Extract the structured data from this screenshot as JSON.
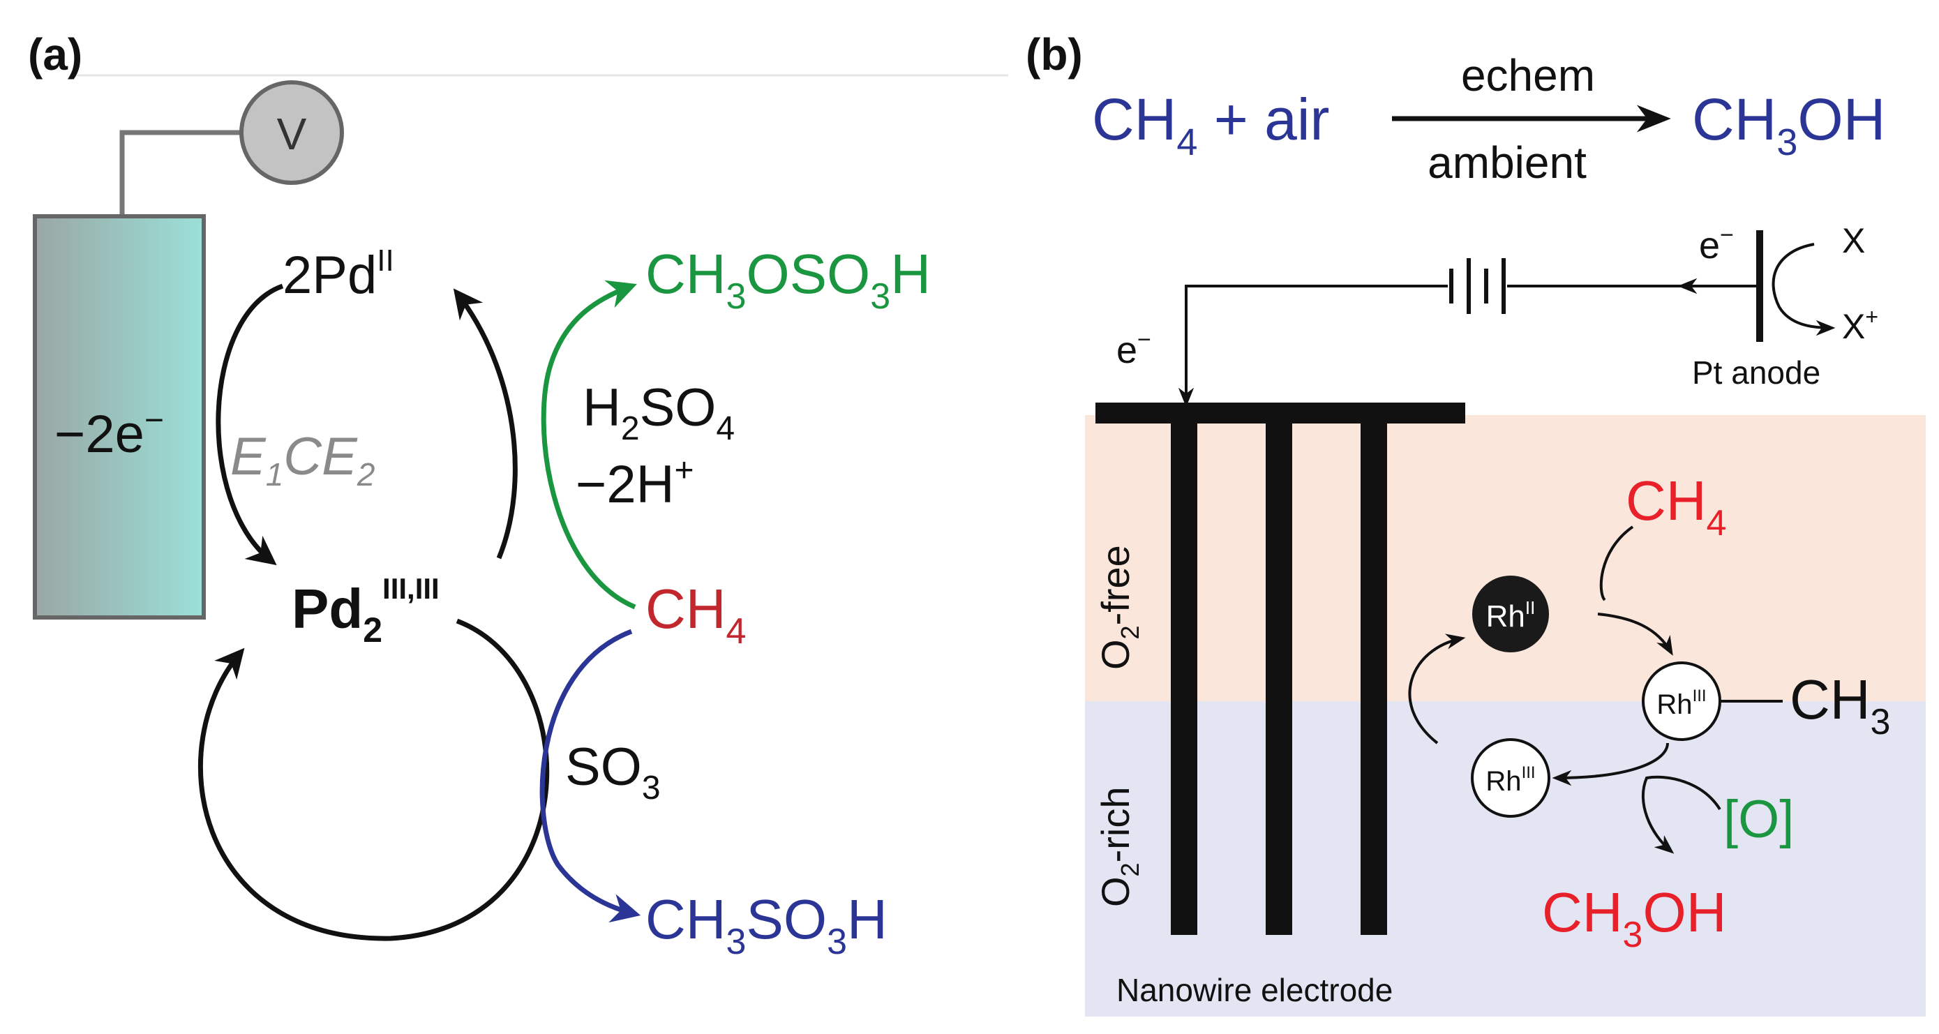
{
  "panel_a": {
    "label": "(a)",
    "voltmeter": "V",
    "electrode": {
      "main": "−2e",
      "sup": "−"
    },
    "mechanism": {
      "E": "E",
      "sub1": "1",
      "C": "CE",
      "sub2": "2"
    },
    "pd_top": {
      "main": "2Pd",
      "sup": "II"
    },
    "pd_center": {
      "main": "Pd",
      "sub": "2",
      "sup": "III,III"
    },
    "product_green": {
      "p1": "CH",
      "s1": "3",
      "p2": "OSO",
      "s2": "3",
      "p3": "H"
    },
    "reagent_green": {
      "p1": "H",
      "s1": "2",
      "p2": "SO",
      "s2": "4"
    },
    "loss": {
      "main": "−2H",
      "sup": "+"
    },
    "methane": {
      "main": "CH",
      "sub": "4"
    },
    "reagent_blue": {
      "main": "SO",
      "sub": "3"
    },
    "product_blue": {
      "p1": "CH",
      "s1": "3",
      "p2": "SO",
      "s2": "3",
      "p3": "H"
    },
    "colors": {
      "green": "#1a9640",
      "blue": "#2b3595",
      "red": "#c1272d",
      "grey": "#8a8a8a",
      "electrode": "#7fbfb8"
    }
  },
  "panel_b": {
    "label": "(b)",
    "reaction": {
      "reactant": {
        "p1": "CH",
        "s1": "4",
        "p2": " + air"
      },
      "above_arrow": "echem",
      "below_arrow": "ambient",
      "product": {
        "p1": "CH",
        "s1": "3",
        "p2": "OH"
      }
    },
    "circuit": {
      "electron_left": {
        "main": "e",
        "sup": "−"
      },
      "electron_right": {
        "main": "e",
        "sup": "−"
      },
      "x": "X",
      "x_plus": {
        "main": "X",
        "sup": "+"
      },
      "anode": "Pt anode"
    },
    "zones": {
      "o2_free": {
        "main": "O",
        "sub": "2",
        "rest": "-free"
      },
      "o2_rich": {
        "main": "O",
        "sub": "2",
        "rest": "-rich"
      }
    },
    "cycle": {
      "methane": {
        "main": "CH",
        "sub": "4"
      },
      "rh2": {
        "main": "Rh",
        "sup": "II"
      },
      "rh3_methyl": {
        "main": "Rh",
        "sup": "III"
      },
      "methyl": {
        "main": "CH",
        "sub": "3"
      },
      "rh3": {
        "main": "Rh",
        "sup": "III"
      },
      "oxidant": "[O]",
      "methanol": {
        "p1": "CH",
        "s1": "3",
        "p2": "OH"
      }
    },
    "electrode_label": "Nanowire electrode",
    "colors": {
      "blue": "#2b3595",
      "red": "#e8202a",
      "green": "#1a9640",
      "o2_free_bg": "#fbe6dc",
      "o2_rich_bg": "#e4e5f2"
    }
  }
}
